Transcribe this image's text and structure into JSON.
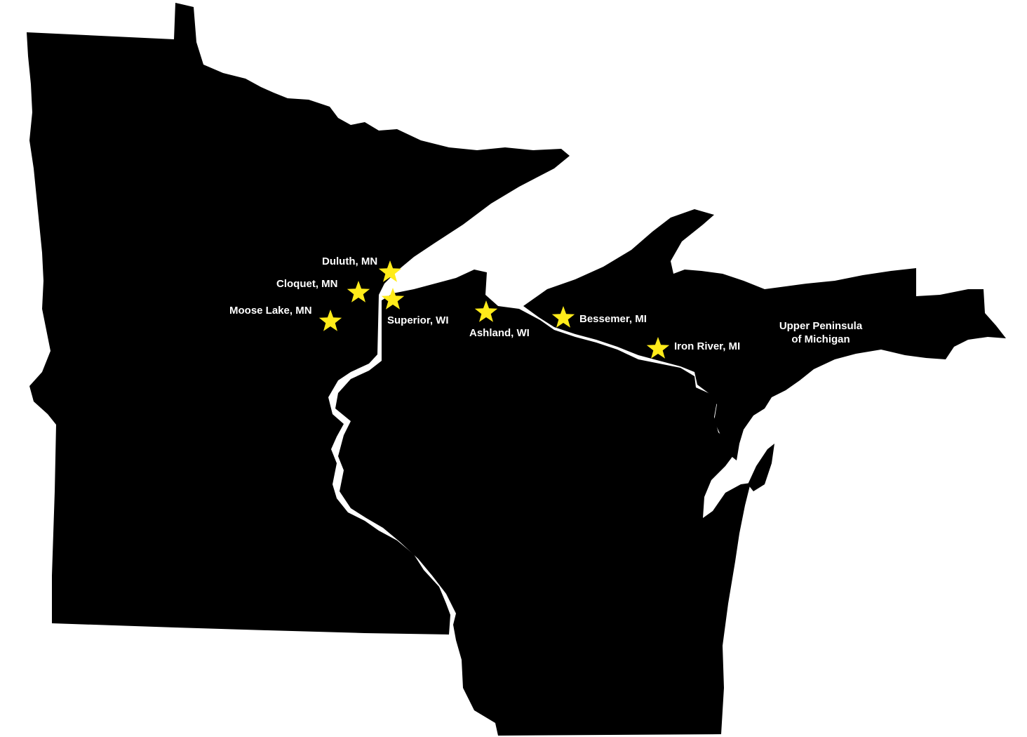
{
  "colors": {
    "background": "#ffffff",
    "land": "#000000",
    "star": "#ffeb1a",
    "label": "#ffffff"
  },
  "marker_icon": "star-icon",
  "locations": [
    {
      "id": "duluth",
      "label": "Duluth, MN"
    },
    {
      "id": "cloquet",
      "label": "Cloquet, MN"
    },
    {
      "id": "moose-lake",
      "label": "Moose Lake, MN"
    },
    {
      "id": "superior",
      "label": "Superior, WI"
    },
    {
      "id": "ashland",
      "label": "Ashland, WI"
    },
    {
      "id": "bessemer",
      "label": "Bessemer, MI"
    },
    {
      "id": "iron-river",
      "label": "Iron River, MI"
    }
  ],
  "region": {
    "line1": "Upper Peninsula",
    "line2": "of Michigan"
  }
}
